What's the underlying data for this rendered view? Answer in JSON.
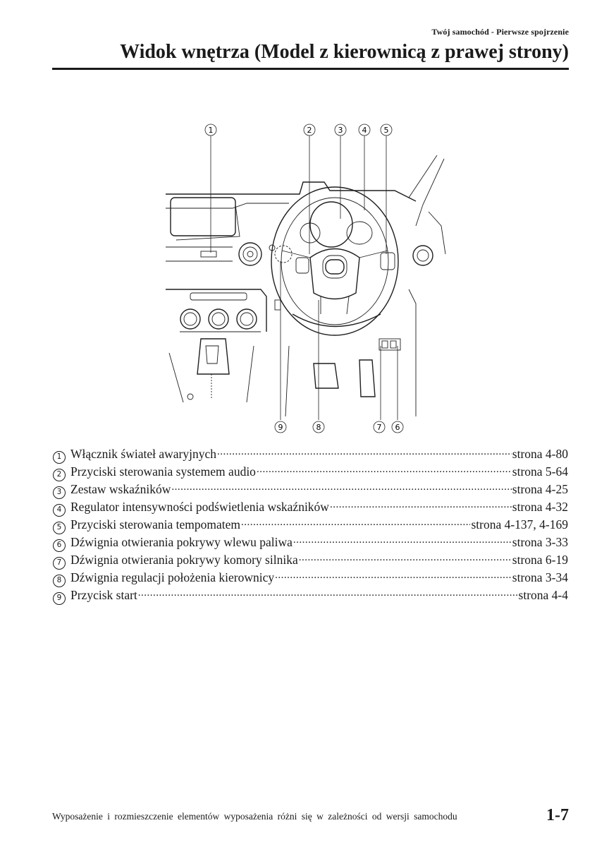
{
  "header": {
    "section": "Twój samochód - Pierwsze spojrzenie",
    "title": "Widok wnętrza (Model z kierownicą z prawej strony)"
  },
  "figure": {
    "callouts": [
      "1",
      "2",
      "3",
      "4",
      "5",
      "9",
      "8",
      "7",
      "6"
    ]
  },
  "legend": [
    {
      "num": "1",
      "label": "Włącznik świateł awaryjnych",
      "page": "strona 4-80"
    },
    {
      "num": "2",
      "label": "Przyciski sterowania systemem audio",
      "page": "strona 5-64"
    },
    {
      "num": "3",
      "label": "Zestaw wskaźników",
      "page": "strona 4-25"
    },
    {
      "num": "4",
      "label": "Regulator intensywności podświetlenia wskaźników",
      "page": "strona 4-32"
    },
    {
      "num": "5",
      "label": "Przyciski sterowania tempomatem",
      "page": "strona 4-137, 4-169"
    },
    {
      "num": "6",
      "label": "Dźwignia otwierania pokrywy wlewu paliwa",
      "page": "strona 3-33"
    },
    {
      "num": "7",
      "label": "Dźwignia otwierania pokrywy komory silnika",
      "page": "strona 6-19"
    },
    {
      "num": "8",
      "label": "Dźwignia regulacji położenia kierownicy",
      "page": "strona 3-34"
    },
    {
      "num": "9",
      "label": "Przycisk start",
      "page": "strona 4-4"
    }
  ],
  "footer": {
    "note": "Wyposażenie i rozmieszczenie elementów wyposażenia różni się w zależności od wersji samochodu",
    "page_number": "1-7"
  }
}
